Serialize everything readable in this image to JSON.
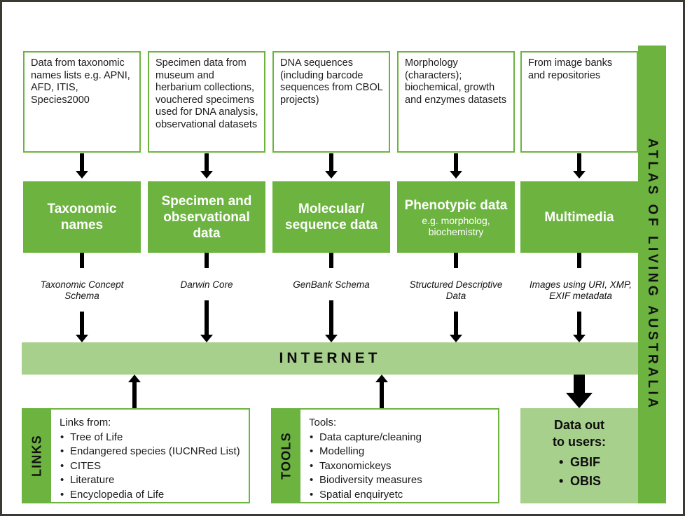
{
  "banner": {
    "label": "ATLAS OF LIVING AUSTRALIA"
  },
  "sources": [
    {
      "text": "Data from taxonomic names lists e.g. APNI, AFD, ITIS, Species2000"
    },
    {
      "text": "Specimen data from museum and herbarium collections, vouchered specimens used for DNA analysis, observational datasets"
    },
    {
      "text": "DNA sequences (including barcode sequences from CBOL projects)"
    },
    {
      "text": "Morphology (characters); biochemical, growth and enzymes datasets"
    },
    {
      "text": "From image banks and repositories"
    }
  ],
  "categories": [
    {
      "title": "Taxonomic names",
      "subtitle": ""
    },
    {
      "title": "Specimen and observational data",
      "subtitle": ""
    },
    {
      "title": "Molecular/ sequence data",
      "subtitle": ""
    },
    {
      "title": "Phenotypic data",
      "subtitle": "e.g. morpholog, biochemistry"
    },
    {
      "title": "Multimedia",
      "subtitle": ""
    }
  ],
  "schemas": [
    {
      "label": "Taxonomic Concept Schema"
    },
    {
      "label": "Darwin Core"
    },
    {
      "label": "GenBank Schema"
    },
    {
      "label": "Structured Descriptive Data"
    },
    {
      "label": "Images using URI, XMP, EXIF metadata"
    }
  ],
  "internet": {
    "label": "INTERNET"
  },
  "links_panel": {
    "tab": "LINKS",
    "heading": "Links from:",
    "items": [
      "Tree of Life",
      "Endangered species (IUCNRed List)",
      "CITES",
      "Literature",
      "Encyclopedia of Life"
    ]
  },
  "tools_panel": {
    "tab": "TOOLS",
    "heading": "Tools:",
    "items": [
      "Data capture/cleaning",
      "Modelling",
      "Taxonomickeys",
      "Biodiversity measures",
      "Spatial enquiryetc"
    ]
  },
  "data_out": {
    "line1": "Data out",
    "line2": "to users:",
    "items": [
      "GBIF",
      "OBIS"
    ]
  },
  "colors": {
    "green": "#6cb43f",
    "light_green": "#a8d08d",
    "frame": "#3a3a32",
    "text": "#1b1b1b"
  }
}
